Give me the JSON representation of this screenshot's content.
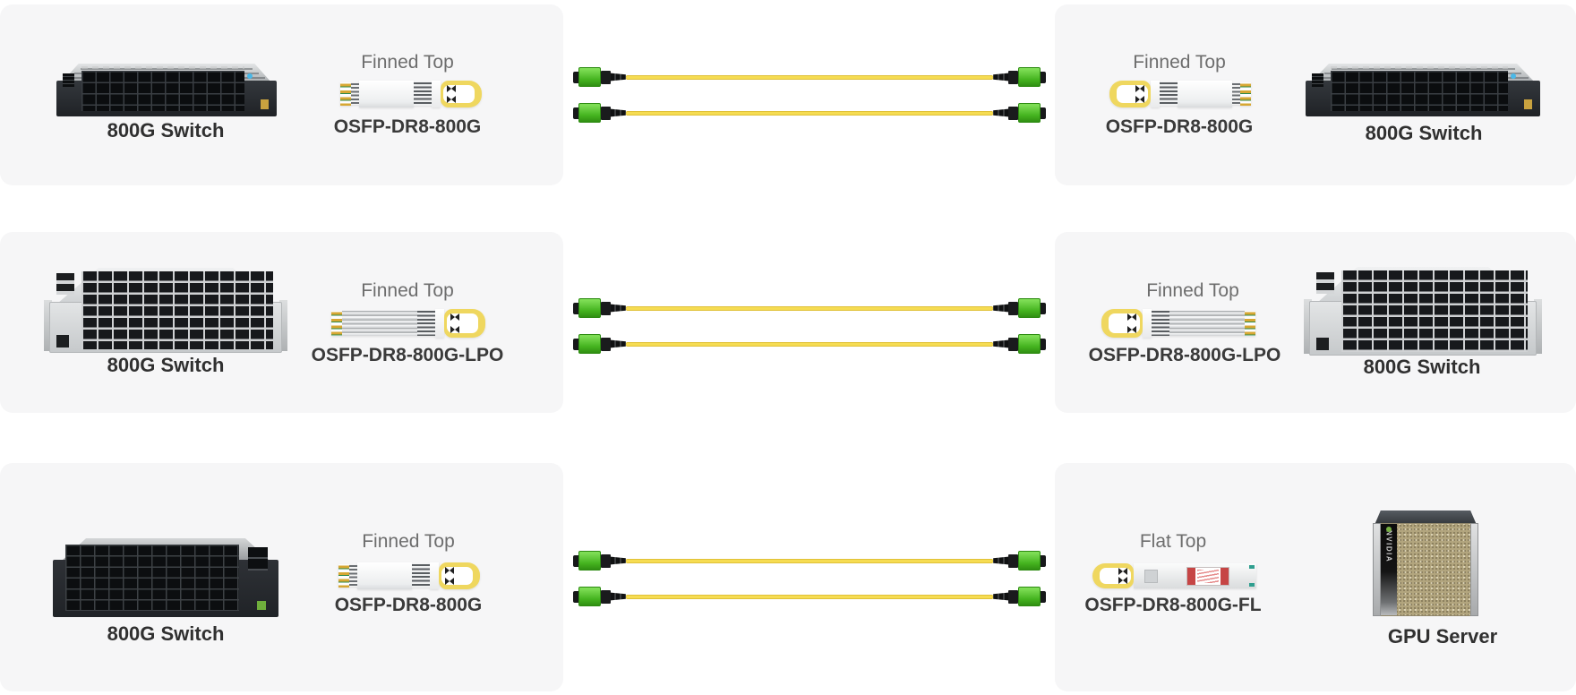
{
  "colors": {
    "panel_bg": "#f6f6f7",
    "cable_yellow": "#f6dc52",
    "connector_green": "#44b31f",
    "pull_tab_yellow": "#efd75f",
    "top_label_gray": "#6d6d6d",
    "label_dark": "#3a3a3a"
  },
  "gpu": {
    "brand": "NVIDIA"
  },
  "rows": [
    {
      "left": {
        "device_label": "800G Switch",
        "module_top": "Finned Top",
        "module_name": "OSFP-DR8-800G"
      },
      "right": {
        "module_top": "Finned Top",
        "module_name": "OSFP-DR8-800G",
        "device_label": "800G Switch"
      }
    },
    {
      "left": {
        "device_label": "800G Switch",
        "module_top": "Finned Top",
        "module_name": "OSFP-DR8-800G-LPO"
      },
      "right": {
        "module_top": "Finned Top",
        "module_name": "OSFP-DR8-800G-LPO",
        "device_label": "800G Switch"
      }
    },
    {
      "left": {
        "device_label": "800G Switch",
        "module_top": "Finned Top",
        "module_name": "OSFP-DR8-800G"
      },
      "right": {
        "module_top": "Flat Top",
        "module_name": "OSFP-DR8-800G-FL",
        "device_label": "GPU Server"
      }
    }
  ]
}
